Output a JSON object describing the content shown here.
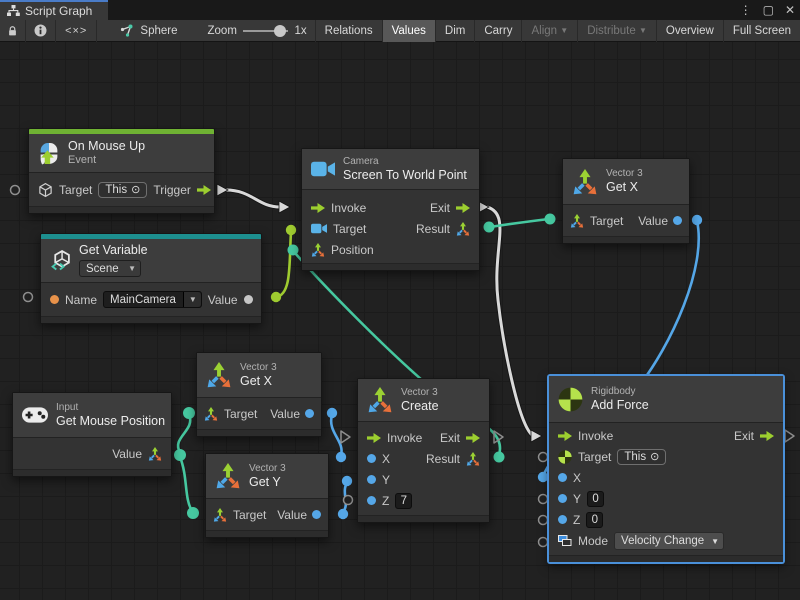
{
  "window": {
    "tab_title": "Script Graph",
    "menu_icon": "⋮",
    "maximize_icon": "▢",
    "close_icon": "✕"
  },
  "toolbar": {
    "code_toggle": "<×>",
    "graph_name": "Sphere",
    "zoom_label": "Zoom",
    "zoom_level": "1x",
    "relations": "Relations",
    "values": "Values",
    "dim": "Dim",
    "carry": "Carry",
    "align": "Align",
    "distribute": "Distribute",
    "overview": "Overview",
    "full_screen": "Full Screen"
  },
  "icons": {
    "dropdown_arrow": "▼",
    "target_picker": "⊙"
  },
  "nodes": {
    "on_mouse_up": {
      "title": "On Mouse Up",
      "subtitle": "Event",
      "target": "Target",
      "target_value": "This",
      "trigger": "Trigger"
    },
    "get_variable": {
      "title": "Get Variable",
      "scope": "Scene",
      "name": "Name",
      "name_value": "MainCamera",
      "value": "Value"
    },
    "camera": {
      "category": "Camera",
      "title": "Screen To World Point",
      "invoke": "Invoke",
      "exit": "Exit",
      "target": "Target",
      "result": "Result",
      "position": "Position"
    },
    "get_x_top": {
      "category": "Vector 3",
      "title": "Get X",
      "target": "Target",
      "value": "Value"
    },
    "get_x": {
      "category": "Vector 3",
      "title": "Get X",
      "target": "Target",
      "value": "Value"
    },
    "get_y": {
      "category": "Vector 3",
      "title": "Get Y",
      "target": "Target",
      "value": "Value"
    },
    "get_mouse_position": {
      "category": "Input",
      "title": "Get Mouse Position",
      "value": "Value"
    },
    "create": {
      "category": "Vector 3",
      "title": "Create",
      "invoke": "Invoke",
      "exit": "Exit",
      "x": "X",
      "result": "Result",
      "y": "Y",
      "z": "Z",
      "z_value": "7"
    },
    "add_force": {
      "category": "Rigidbody",
      "title": "Add Force",
      "invoke": "Invoke",
      "exit": "Exit",
      "target": "Target",
      "target_value": "This",
      "x": "X",
      "y": "Y",
      "y_value": "0",
      "z": "Z",
      "z_value": "0",
      "mode": "Mode",
      "mode_value": "Velocity Change"
    }
  },
  "colors": {
    "event_accent": "#6fb233",
    "variable_accent": "#1d8f8f",
    "flow_arrow": "#9cce2f",
    "wire_white": "#d9d9d9",
    "wire_lime": "#9fcb30",
    "wire_teal": "#46c8a0",
    "wire_blue": "#55a7e8",
    "selection": "#4a90d9"
  }
}
